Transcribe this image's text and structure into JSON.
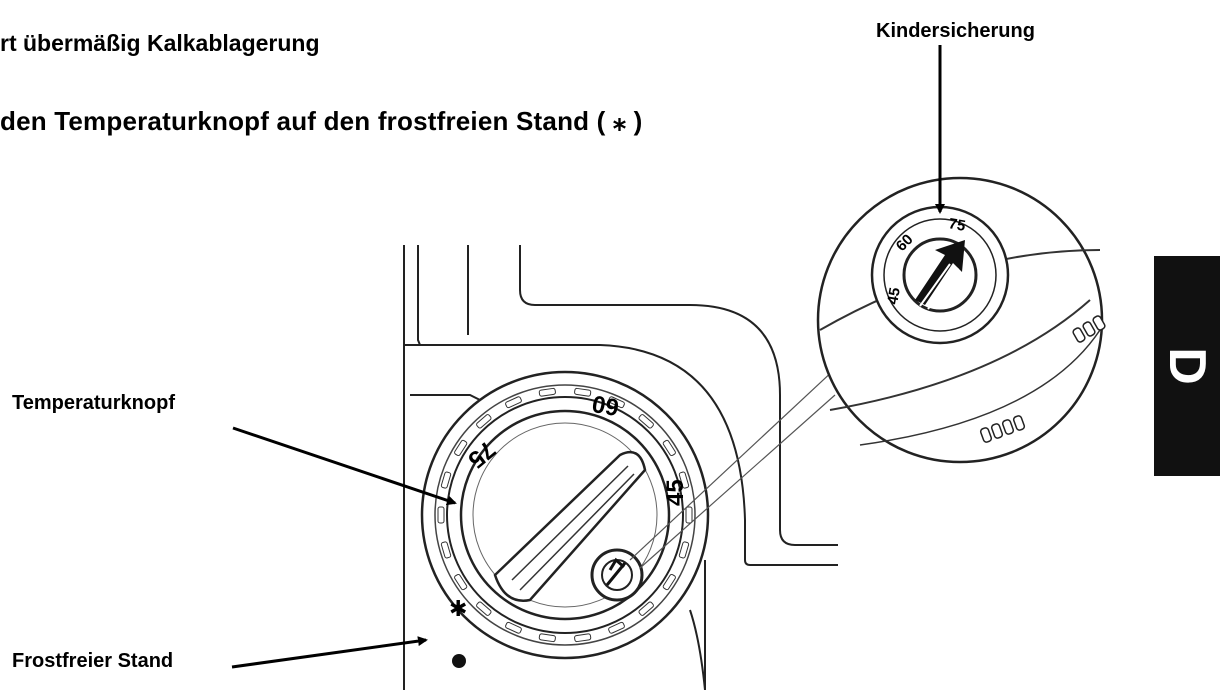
{
  "heading": {
    "line1": "rt übermäßig Kalkablagerung",
    "line2": "den Temperaturknopf auf den frostfreien Stand ( ⁎ )"
  },
  "labels": {
    "child_lock": "Kindersicherung",
    "temperature_knob": "Temperaturknopf",
    "frost_free": "Frostfreier Stand"
  },
  "language_tab": "D",
  "dial": {
    "marks": [
      "75",
      "60",
      "45"
    ],
    "frost_symbol": "✱"
  },
  "inset_dial": {
    "marks": [
      "45",
      "60",
      "75"
    ]
  }
}
